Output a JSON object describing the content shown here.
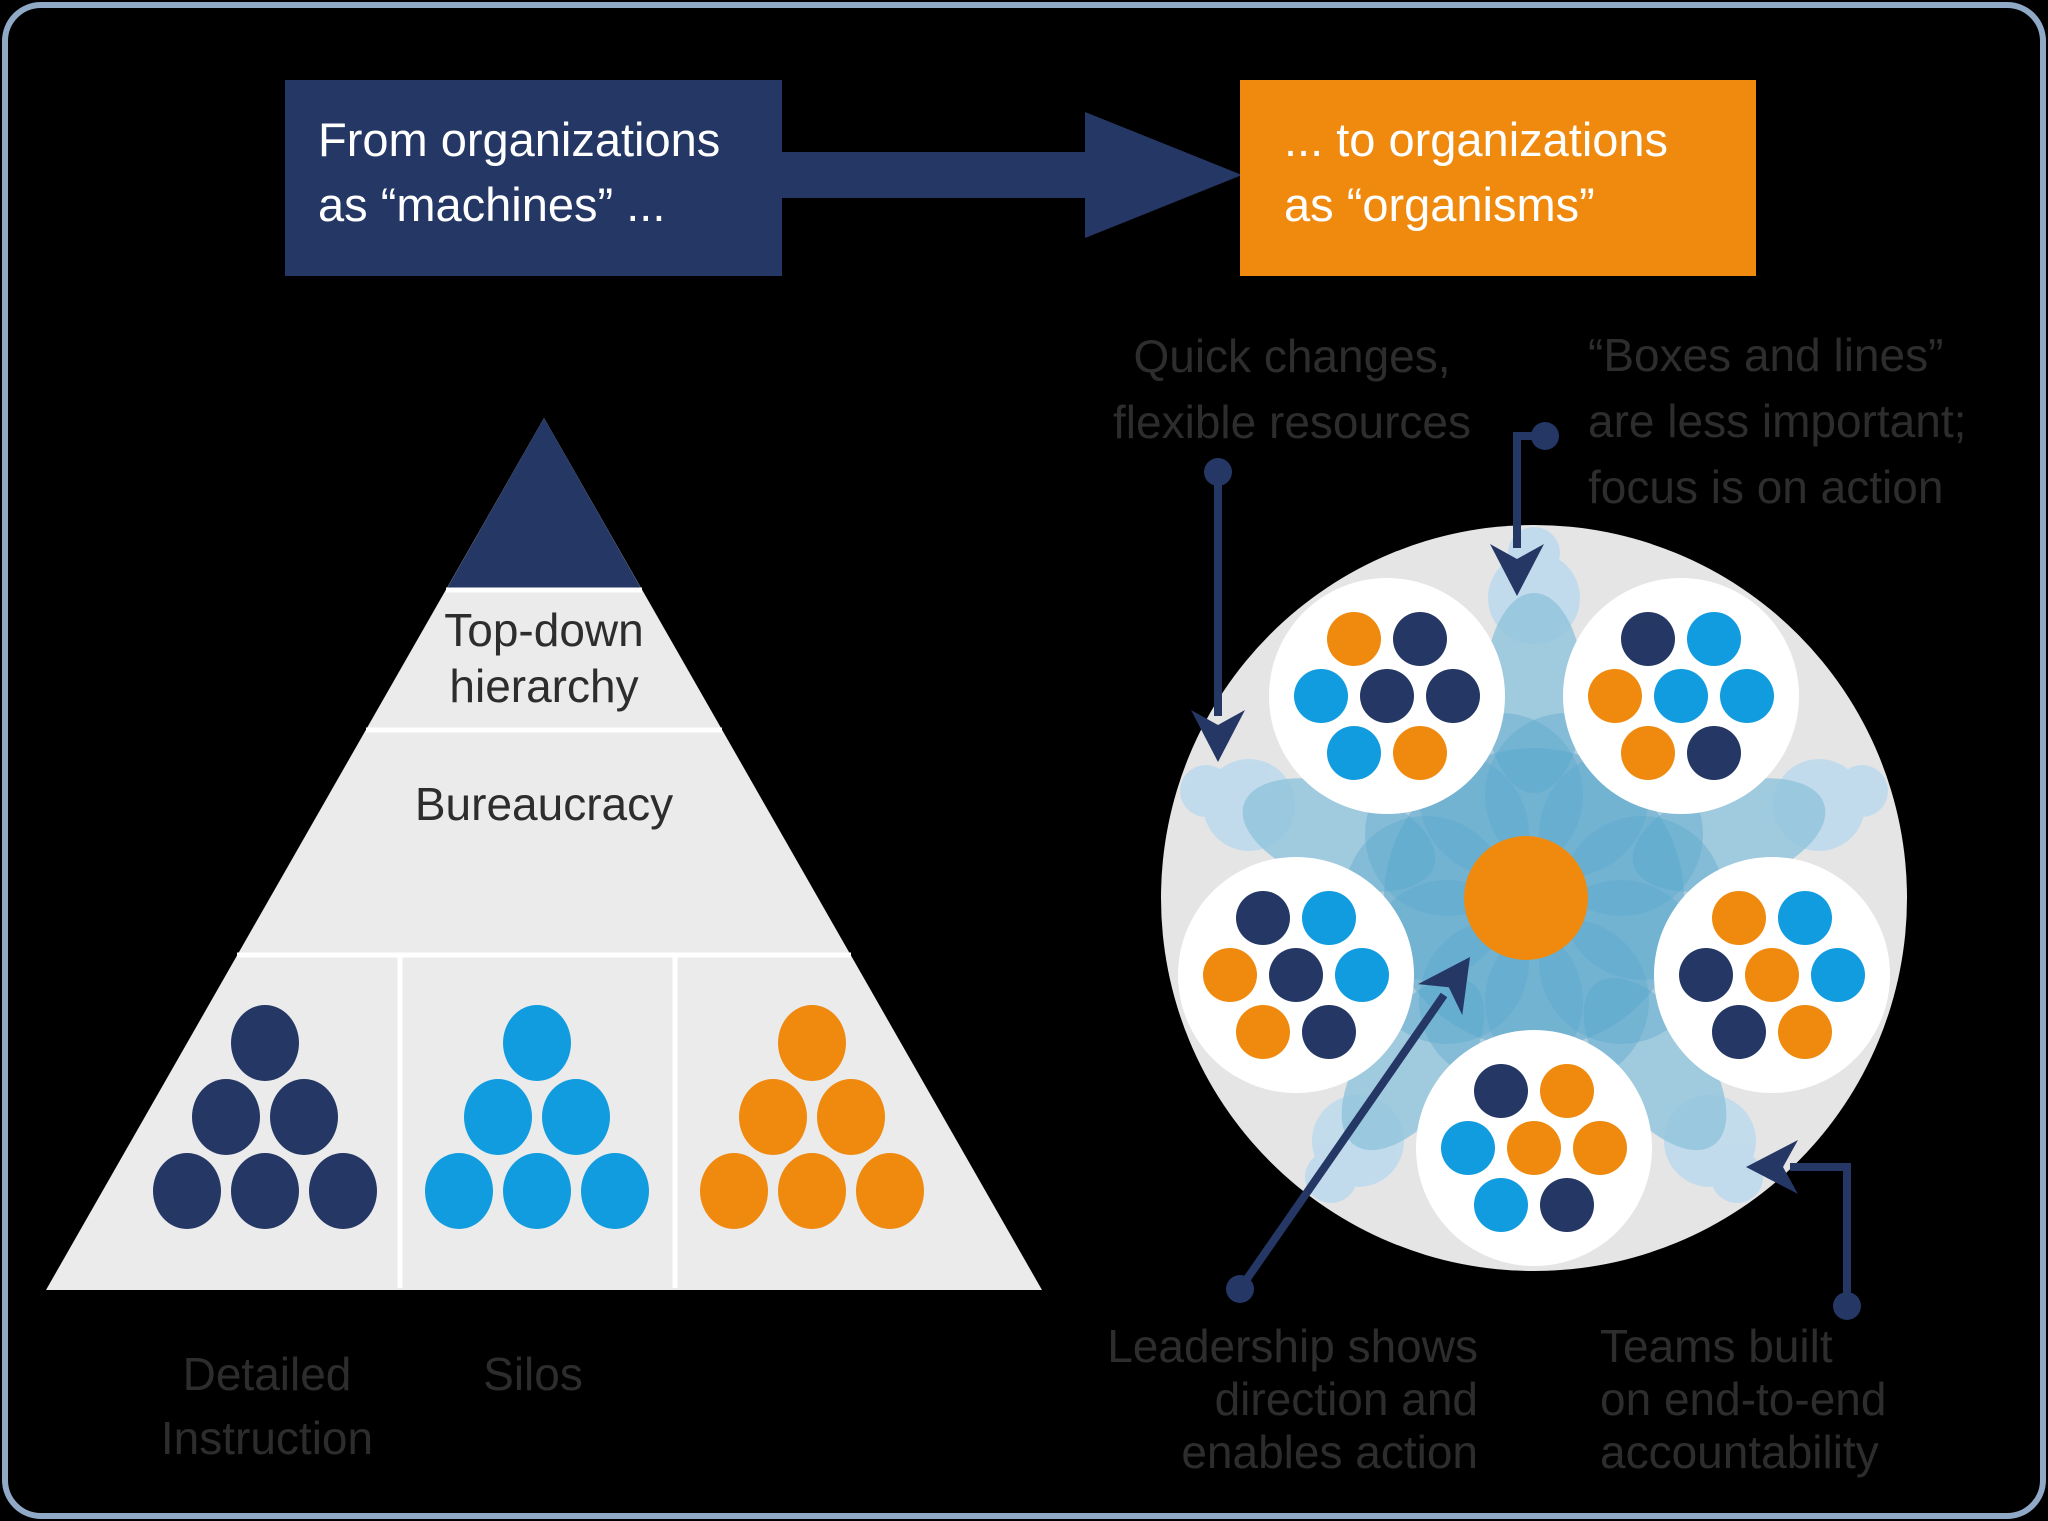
{
  "palette": {
    "navy": "#253764",
    "orange": "#EF8A0F",
    "light_blue": "#119CE0",
    "pyramid_gray": "#EBEBEC",
    "organism_gray": "#E5E5E6",
    "flower_blue": "#5AA7CE",
    "flower_blue_light": "#8FC3DD",
    "flower_blue_pale": "#C0DBEC",
    "text_dark": "#2D2D2D",
    "white": "#FFFFFF",
    "border_blue": "#8FA9C7"
  },
  "header": {
    "from_box": {
      "line1": "From organizations",
      "line2": "as “machines” ..."
    },
    "to_box": {
      "line1": "... to organizations",
      "line2": "as “organisms”"
    }
  },
  "pyramid": {
    "top_section": {
      "line1": "Top-down",
      "line2": "hierarchy"
    },
    "middle_section": {
      "label": "Bureaucracy"
    },
    "bottom_section": {
      "clusters": [
        {
          "name": "detailed-instruction",
          "color": "#253764",
          "label_line1": "Detailed",
          "label_line2": "Instruction"
        },
        {
          "name": "silos",
          "color": "#119CE0",
          "label_line1": "Silos",
          "label_line2": ""
        },
        {
          "name": "unlabeled",
          "color": "#EF8A0F",
          "label_line1": "",
          "label_line2": ""
        }
      ]
    }
  },
  "organism": {
    "center_color": "#EF8A0F",
    "annotations": {
      "quick_changes": {
        "line1": "Quick changes,",
        "line2": "flexible resources"
      },
      "boxes_lines": {
        "line1": "“Boxes and lines”",
        "line2": "are less important;",
        "line3": "focus is on action"
      },
      "leadership": {
        "line1": "Leadership shows",
        "line2": "direction and",
        "line3": "enables action"
      },
      "teams": {
        "line1": "Teams built",
        "line2": "on end-to-end",
        "line3": "accountability"
      }
    },
    "team_circles": [
      {
        "position": "top-left",
        "dots": [
          "#EF8A0F",
          "#253764",
          "#119CE0",
          "#253764",
          "#253764",
          "#119CE0",
          "#EF8A0F"
        ]
      },
      {
        "position": "top-right",
        "dots": [
          "#253764",
          "#119CE0",
          "#EF8A0F",
          "#119CE0",
          "#119CE0",
          "#EF8A0F",
          "#253764"
        ]
      },
      {
        "position": "mid-left",
        "dots": [
          "#253764",
          "#119CE0",
          "#EF8A0F",
          "#253764",
          "#119CE0",
          "#EF8A0F",
          "#253764"
        ]
      },
      {
        "position": "mid-right",
        "dots": [
          "#EF8A0F",
          "#119CE0",
          "#253764",
          "#EF8A0F",
          "#119CE0",
          "#253764",
          "#EF8A0F"
        ]
      },
      {
        "position": "bottom",
        "dots": [
          "#253764",
          "#EF8A0F",
          "#119CE0",
          "#EF8A0F",
          "#EF8A0F",
          "#119CE0",
          "#253764"
        ]
      }
    ]
  }
}
